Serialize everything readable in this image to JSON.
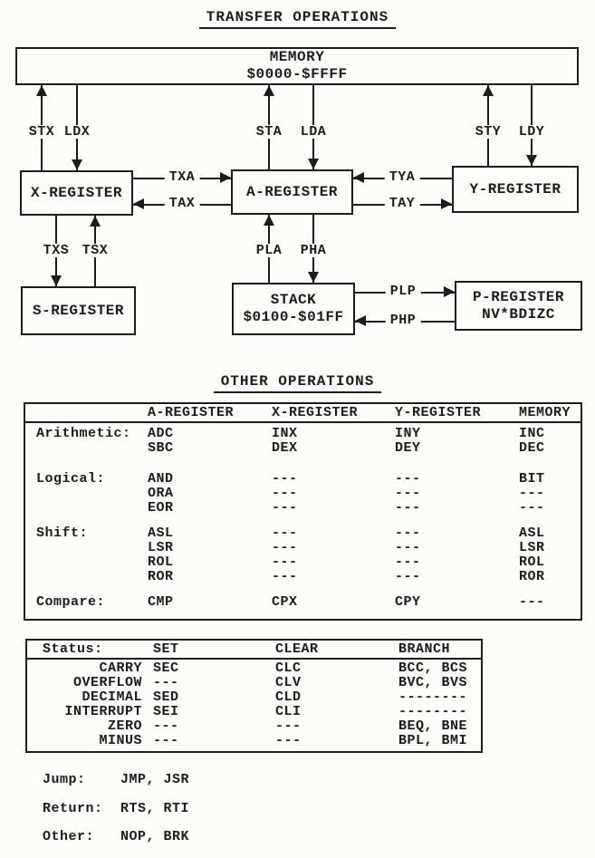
{
  "colors": {
    "ink": "#1c1c1c",
    "paper": "#fcfcf9"
  },
  "titles": {
    "transfer": "TRANSFER OPERATIONS",
    "other": "OTHER OPERATIONS"
  },
  "diagram": {
    "memory": {
      "line1": "MEMORY",
      "line2": "$0000-$FFFF"
    },
    "x_register": {
      "line1": "X-REGISTER"
    },
    "a_register": {
      "line1": "A-REGISTER"
    },
    "y_register": {
      "line1": "Y-REGISTER"
    },
    "s_register": {
      "line1": "S-REGISTER"
    },
    "stack": {
      "line1": "STACK",
      "line2": "$0100-$01FF"
    },
    "p_register": {
      "line1": "P-REGISTER",
      "line2": "NV*BDIZC"
    },
    "arrows": {
      "stx": "STX",
      "ldx": "LDX",
      "sta": "STA",
      "lda": "LDA",
      "sty": "STY",
      "ldy": "LDY",
      "txa": "TXA",
      "tax": "TAX",
      "tya": "TYA",
      "tay": "TAY",
      "txs": "TXS",
      "tsx": "TSX",
      "pla": "PLA",
      "pha": "PHA",
      "plp": "PLP",
      "php": "PHP"
    }
  },
  "operations_table": {
    "headers": [
      "",
      "A-REGISTER",
      "X-REGISTER",
      "Y-REGISTER",
      "MEMORY"
    ],
    "groups": [
      {
        "label": "Arithmetic:",
        "rows": [
          [
            "ADC",
            "INX",
            "INY",
            "INC"
          ],
          [
            "SBC",
            "DEX",
            "DEY",
            "DEC"
          ]
        ]
      },
      {
        "label": "Logical:",
        "rows": [
          [
            "AND",
            "---",
            "---",
            "BIT"
          ],
          [
            "ORA",
            "---",
            "---",
            "---"
          ],
          [
            "EOR",
            "---",
            "---",
            "---"
          ]
        ]
      },
      {
        "label": "Shift:",
        "rows": [
          [
            "ASL",
            "---",
            "---",
            "ASL"
          ],
          [
            "LSR",
            "---",
            "---",
            "LSR"
          ],
          [
            "ROL",
            "---",
            "---",
            "ROL"
          ],
          [
            "ROR",
            "---",
            "---",
            "ROR"
          ]
        ]
      },
      {
        "label": "Compare:",
        "rows": [
          [
            "CMP",
            "CPX",
            "CPY",
            "---"
          ]
        ]
      }
    ]
  },
  "status_table": {
    "headers": [
      "Status:",
      "SET",
      "CLEAR",
      "BRANCH"
    ],
    "rows": [
      [
        "CARRY",
        "SEC",
        "CLC",
        "BCC, BCS"
      ],
      [
        "OVERFLOW",
        "---",
        "CLV",
        "BVC, BVS"
      ],
      [
        "DECIMAL",
        "SED",
        "CLD",
        "--------"
      ],
      [
        "INTERRUPT",
        "SEI",
        "CLI",
        "--------"
      ],
      [
        "ZERO",
        "---",
        "---",
        "BEQ, BNE"
      ],
      [
        "MINUS",
        "---",
        "---",
        "BPL, BMI"
      ]
    ]
  },
  "footer": {
    "items": [
      {
        "label": "Jump:",
        "value": "JMP, JSR"
      },
      {
        "label": "Return:",
        "value": "RTS, RTI"
      },
      {
        "label": "Other:",
        "value": "NOP, BRK"
      }
    ]
  }
}
